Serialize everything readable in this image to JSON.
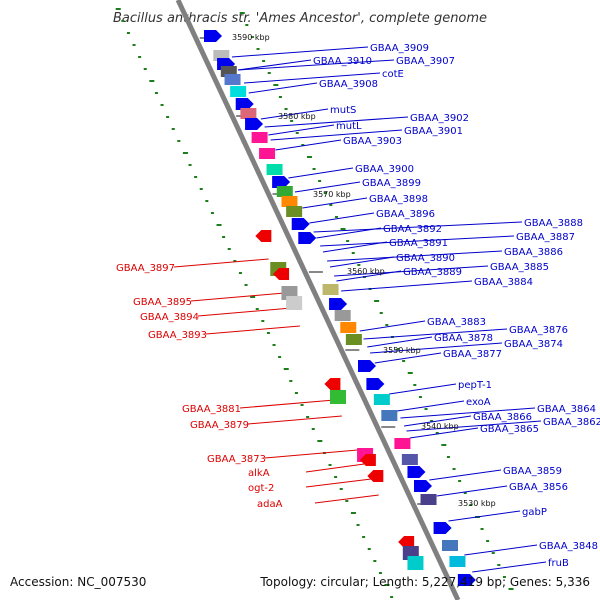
{
  "title": "Bacillus anthracis str. 'Ames Ancestor', complete genome",
  "accession": "Accession: NC_007530",
  "summary": "Topology: circular; Length: 5,227,419 bp; Genes: 5,336",
  "colors": {
    "forward_label": "#0000cc",
    "reverse_label": "#dd0000",
    "backbone": "#808080",
    "tick_dots": "#1a7f1a",
    "cds_forward": "#0000ee",
    "cds_reverse": "#ee0000"
  },
  "kbp_marks": [
    "3590 kbp",
    "3580 kbp",
    "3570 kbp",
    "3560 kbp",
    "3550 kbp",
    "3540 kbp",
    "3530 kbp"
  ],
  "forward_labels": [
    "GBAA_3909",
    "GBAA_3910",
    "GBAA_3907",
    "cotE",
    "GBAA_3908",
    "mutS",
    "mutL",
    "GBAA_3902",
    "GBAA_3901",
    "GBAA_3903",
    "GBAA_3900",
    "GBAA_3899",
    "GBAA_3898",
    "GBAA_3896",
    "GBAA_3888",
    "GBAA_3892",
    "GBAA_3887",
    "GBAA_3891",
    "GBAA_3886",
    "GBAA_3890",
    "GBAA_3885",
    "GBAA_3889",
    "GBAA_3884",
    "GBAA_3883",
    "GBAA_3876",
    "GBAA_3878",
    "GBAA_3874",
    "GBAA_3877",
    "pepT-1",
    "exoA",
    "GBAA_3864",
    "GBAA_3866",
    "GBAA_3862",
    "GBAA_3865",
    "GBAA_3859",
    "GBAA_3856",
    "gabP",
    "GBAA_3848",
    "fruB"
  ],
  "reverse_labels": [
    "GBAA_3897",
    "GBAA_3895",
    "GBAA_3894",
    "GBAA_3893",
    "GBAA_3881",
    "GBAA_3879",
    "GBAA_3873",
    "alkA",
    "ogt-2",
    "adaA"
  ]
}
